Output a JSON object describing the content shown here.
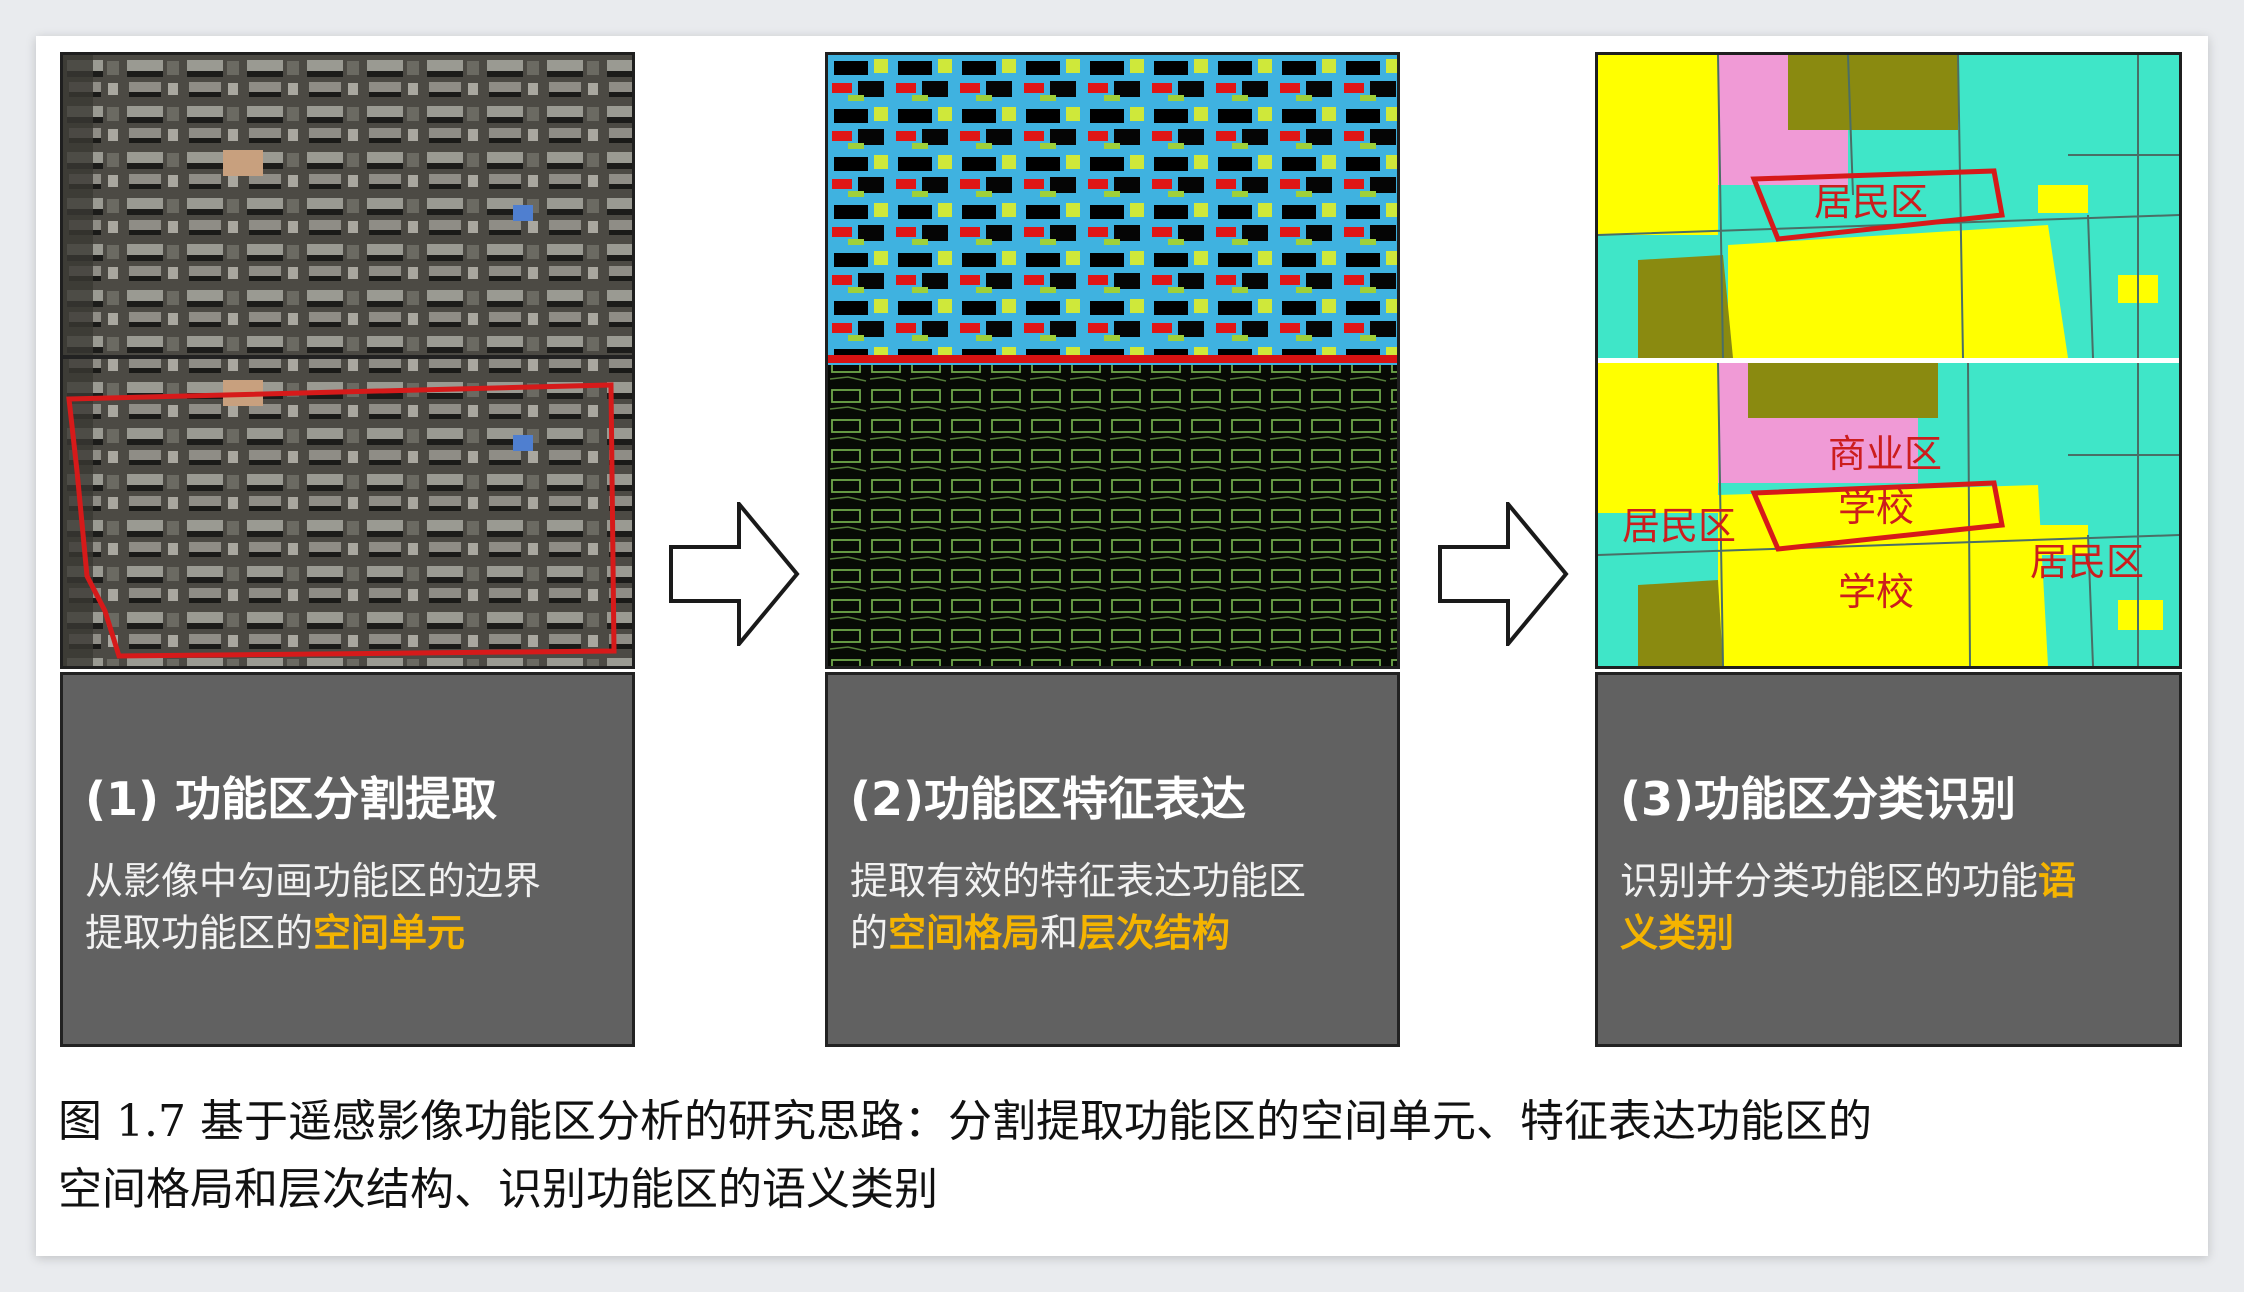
{
  "panels": [
    {
      "title": "(1) 功能区分割提取",
      "desc_line1": "从影像中勾画功能区的边界",
      "desc_line2_pre": "提取功能区的",
      "desc_line2_hl": "空间单元"
    },
    {
      "title": "(2)功能区特征表达",
      "desc_line1": "提取有效的特征表达功能区",
      "desc_line2_pre": "的",
      "desc_line2_hl1": "空间格局",
      "desc_line2_mid": "和",
      "desc_line2_hl2": "层次结构"
    },
    {
      "title": "(3)功能区分类识别",
      "desc_line1_pre": "识别并分类功能区的功能",
      "desc_line1_hl": "语",
      "desc_line2_hl": "义类别"
    }
  ],
  "map_labels": {
    "top_residential": "居民区",
    "commercial": "商业区",
    "left_residential": "居民区",
    "school_inner": "学校",
    "school_lower": "学校",
    "right_residential": "居民区"
  },
  "figure_caption": {
    "line1": "图  1.7  基于遥感影像功能区分析的研究思路：分割提取功能区的空间单元、特征表达功能区的",
    "line2": "空间格局和层次结构、识别功能区的语义类别"
  },
  "colors": {
    "highlight": "#f5b400",
    "caption_box": "#616161",
    "residential": "#3fe6c8",
    "school": "#ffff00",
    "commercial": "#f09ad6",
    "olive": "#8a8a10",
    "boundary_red": "#d61a1a"
  }
}
